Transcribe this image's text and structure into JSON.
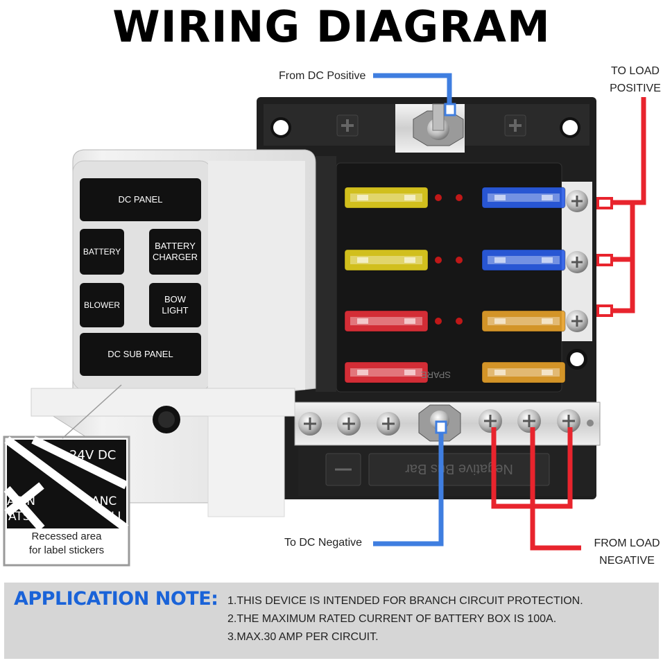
{
  "header": {
    "title": "WIRING DIAGRAM"
  },
  "labels": {
    "from_dc_positive": "From DC Positive",
    "to_dc_negative": "To DC Negative",
    "to_load_positive": [
      "TO LOAD",
      "POSITIVE"
    ],
    "from_load_negative": [
      "FROM LOAD",
      "NEGATIVE"
    ],
    "negative_bus_bar": "Negative Bus Bar",
    "spare": "SPARE"
  },
  "cover_panel": {
    "stickers": [
      "DC PANEL",
      "BATTERY",
      "BATTERY\nCHARGER",
      "BLOWER",
      "BOW\nLIGHT",
      "DC SUB PANEL"
    ]
  },
  "inset": {
    "texts": [
      "24V DC",
      "ABIN",
      "ATS",
      "ANC",
      "LI"
    ],
    "caption": "Recessed area\nfor label stickers"
  },
  "application_note": {
    "title": "APPLICATION NOTE:",
    "lines": [
      "1.THIS DEVICE IS INTENDED FOR BRANCH CIRCUIT PROTECTION.",
      "2.THE MAXIMUM RATED CURRENT OF BATTERY BOX IS 100A.",
      "3.MAX.30 AMP PER CIRCUIT."
    ]
  },
  "colors": {
    "positive_wire": "#e8242d",
    "negative_wire": "#3f7ee0",
    "fuse_yellow": "#e6d21e",
    "fuse_blue": "#2a5de8",
    "fuse_red": "#e8303a",
    "fuse_orange": "#e8a22a",
    "note_title": "#1a63d8"
  },
  "fuses": [
    {
      "row": 1,
      "left": "fuse_yellow",
      "right": "fuse_blue"
    },
    {
      "row": 2,
      "left": "fuse_yellow",
      "right": "fuse_blue"
    },
    {
      "row": 3,
      "left": "fuse_red",
      "right": "fuse_orange"
    },
    {
      "row": 4,
      "left": "fuse_red",
      "right": "fuse_orange"
    }
  ]
}
